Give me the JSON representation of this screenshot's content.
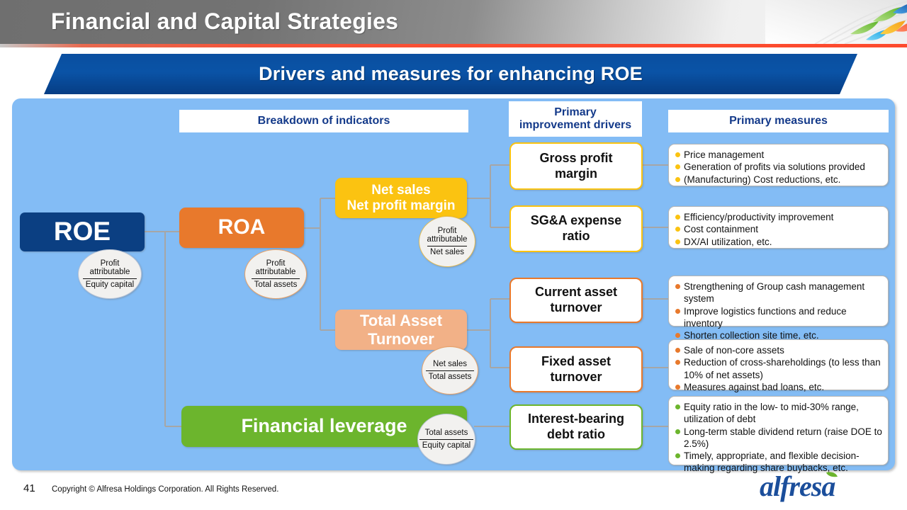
{
  "header": {
    "title": "Financial and Capital Strategies",
    "brandmark_icon": "alfresa-swoosh-icon"
  },
  "banner": {
    "title": "Drivers and measures for enhancing ROE"
  },
  "columns": {
    "breakdown": "Breakdown of indicators",
    "drivers": "Primary\nimprovement drivers",
    "drivers_line1": "Primary",
    "drivers_line2": "improvement drivers",
    "measures": "Primary measures"
  },
  "indicators": [
    {
      "id": "roe",
      "label": "ROE",
      "color": "#0b3f82",
      "formula": {
        "numerator": "Profit attributable",
        "denominator": "Equity capital"
      }
    },
    {
      "id": "roa",
      "label": "ROA",
      "color": "#e8792c",
      "formula": {
        "numerator": "Profit attributable",
        "denominator": "Total assets"
      }
    },
    {
      "id": "net_profit_margin",
      "label_line1": "Net sales",
      "label_line2": "Net profit margin",
      "color": "#fbc311",
      "formula": {
        "numerator": "Profit attributable",
        "denominator": "Net sales"
      }
    },
    {
      "id": "total_asset_turnover",
      "label_line1": "Total Asset",
      "label_line2": "Turnover",
      "color": "#f2b187",
      "formula": {
        "numerator": "Net sales",
        "denominator": "Total assets"
      }
    },
    {
      "id": "financial_leverage",
      "label": "Financial leverage",
      "color": "#6cb52d",
      "formula": {
        "numerator": "Total assets",
        "denominator": "Equity capital"
      }
    }
  ],
  "drivers": [
    {
      "id": "gross_profit_margin",
      "line1": "Gross profit",
      "line2": "margin",
      "accent": "#fbc311"
    },
    {
      "id": "sga_expense_ratio",
      "line1": "SG&A expense",
      "line2": "ratio",
      "accent": "#fbc311"
    },
    {
      "id": "current_asset_turnover",
      "line1": "Current asset",
      "line2": "turnover",
      "accent": "#e8792c"
    },
    {
      "id": "fixed_asset_turnover",
      "line1": "Fixed asset",
      "line2": "turnover",
      "accent": "#e8792c"
    },
    {
      "id": "interest_bearing_debt_ratio",
      "line1": "Interest-bearing",
      "line2": "debt ratio",
      "accent": "#6cb52d"
    }
  ],
  "measures": [
    {
      "id": "gross_profit_margin_measures",
      "bullet_color": "#fbc311",
      "items": [
        "Price management",
        "Generation of profits via solutions provided",
        "(Manufacturing) Cost reductions, etc."
      ]
    },
    {
      "id": "sga_expense_ratio_measures",
      "bullet_color": "#fbc311",
      "items": [
        "Efficiency/productivity improvement",
        "Cost containment",
        "DX/AI utilization, etc."
      ]
    },
    {
      "id": "current_asset_turnover_measures",
      "bullet_color": "#e8792c",
      "items": [
        "Strengthening of Group cash management system",
        "Improve logistics functions and reduce inventory",
        "Shorten collection site time, etc."
      ]
    },
    {
      "id": "fixed_asset_turnover_measures",
      "bullet_color": "#e8792c",
      "items": [
        "Sale of non-core assets",
        "Reduction of cross-shareholdings (to less than 10% of net assets)",
        "Measures against bad loans, etc."
      ]
    },
    {
      "id": "interest_bearing_debt_ratio_measures",
      "bullet_color": "#6cb52d",
      "items": [
        "Equity ratio in the low- to mid-30% range, utilization of debt",
        "Long-term stable dividend return (raise DOE to 2.5%)",
        "Timely, appropriate, and flexible decision-making regarding share buybacks, etc."
      ]
    }
  ],
  "footer": {
    "page_number": "41",
    "copyright": "Copyright © Alfresa Holdings Corporation. All Rights Reserved.",
    "logo_text": "alfresa",
    "logo_color": "#1b4e9b",
    "logo_leaf_color": "#6cb52d"
  },
  "theme": {
    "panel_bg": "#83bcf5",
    "banner_blue": "#0a4fa0",
    "header_text": "#ffffff",
    "heading_text": "#143a8a",
    "wire_color": "#a6a6a6",
    "accent_red": "#fb4c30"
  }
}
